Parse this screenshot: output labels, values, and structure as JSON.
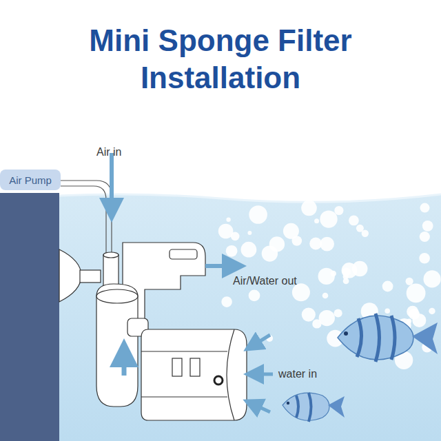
{
  "diagram": {
    "title": "Mini Sponge Filter Installation",
    "nodes": [
      {
        "text": [
          "Air Pump"
        ]
      }
    ],
    "labels": [
      "Air in",
      "Air/Water out",
      "water in"
    ]
  }
}
